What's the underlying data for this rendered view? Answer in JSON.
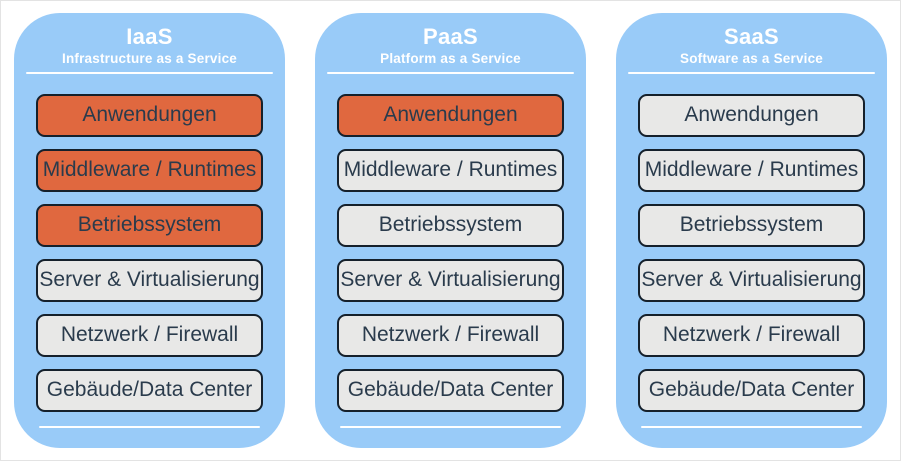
{
  "colors": {
    "column_bg": "#99CBF8",
    "managed": "#E0683F",
    "unmanaged": "#E8E8E7",
    "box_border": "#15202B",
    "box_text": "#2A3B4C",
    "header_text": "#FFFFFF",
    "divider": "#FFFFFF",
    "page_bg": "#FFFFFF",
    "page_border": "#E3E3E3"
  },
  "columns": [
    {
      "id": "iaas",
      "title": "IaaS",
      "subtitle": "Infrastructure as a Service",
      "layers": [
        {
          "label": "Anwendungen",
          "highlighted": true
        },
        {
          "label": "Middleware / Runtimes",
          "highlighted": true
        },
        {
          "label": "Betriebssystem",
          "highlighted": true
        },
        {
          "label": "Server & Virtualisierung",
          "highlighted": false
        },
        {
          "label": "Netzwerk / Firewall",
          "highlighted": false
        },
        {
          "label": "Gebäude/Data Center",
          "highlighted": false
        }
      ]
    },
    {
      "id": "paas",
      "title": "PaaS",
      "subtitle": "Platform as a Service",
      "layers": [
        {
          "label": "Anwendungen",
          "highlighted": true
        },
        {
          "label": "Middleware / Runtimes",
          "highlighted": false
        },
        {
          "label": "Betriebssystem",
          "highlighted": false
        },
        {
          "label": "Server & Virtualisierung",
          "highlighted": false
        },
        {
          "label": "Netzwerk / Firewall",
          "highlighted": false
        },
        {
          "label": "Gebäude/Data Center",
          "highlighted": false
        }
      ]
    },
    {
      "id": "saas",
      "title": "SaaS",
      "subtitle": "Software as a Service",
      "layers": [
        {
          "label": "Anwendungen",
          "highlighted": false
        },
        {
          "label": "Middleware / Runtimes",
          "highlighted": false
        },
        {
          "label": "Betriebssystem",
          "highlighted": false
        },
        {
          "label": "Server & Virtualisierung",
          "highlighted": false
        },
        {
          "label": "Netzwerk / Firewall",
          "highlighted": false
        },
        {
          "label": "Gebäude/Data Center",
          "highlighted": false
        }
      ]
    }
  ]
}
